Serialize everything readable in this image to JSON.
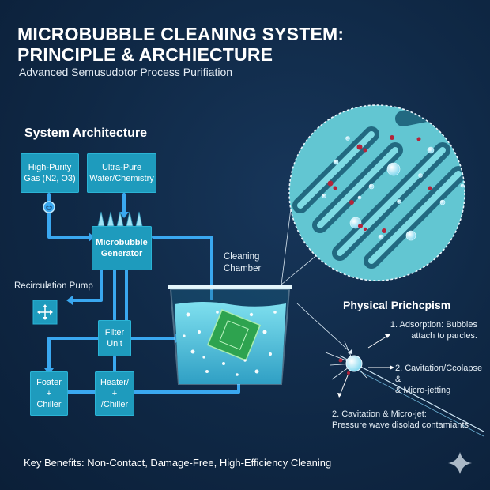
{
  "title_lines": [
    "MICROBUBBLE CLEANING SYSTEM:",
    "PRINCIPLE & ARCHIECTURE"
  ],
  "subtitle": "Advanced Semusudotor Process Purifiation",
  "architecture": {
    "heading": "System Architecture",
    "gas_box": "High-Purity\nGas (N2, O3)",
    "water_box": "Ultra-Pure\nWater/Chemistry",
    "generator_box": "Microbubble\nGenerator",
    "recirc_label": "Recirculation Pump",
    "filter_box": "Filter\nUnit",
    "foater_box": "Foater\n+\nChiller",
    "heater_box": "Heater/\n+\n/Chiller",
    "chamber_label": "Cleaning\nChamber"
  },
  "physical": {
    "heading": "Physical Prichcpism",
    "step1": "1. Adsorption: Bubbles\nattach to parcles.",
    "step2": "2. Cavitation/Ccolapse &\n& Micro-jetting",
    "step3": "2. Cavitation & Micro-jet:\nPressure wave disolad contamiants"
  },
  "benefits": "Key Benefits: Non-Contact, Damage-Free, High-Efficiency Cleaning",
  "colors": {
    "background": "#0f2845",
    "box": "#1e9bbd",
    "pipe": "#3aa8f0",
    "water": "#5cd0e6",
    "contaminant": "#b3243a"
  },
  "icons": [
    "pump-icon",
    "valve-icon",
    "sparkle-icon"
  ]
}
